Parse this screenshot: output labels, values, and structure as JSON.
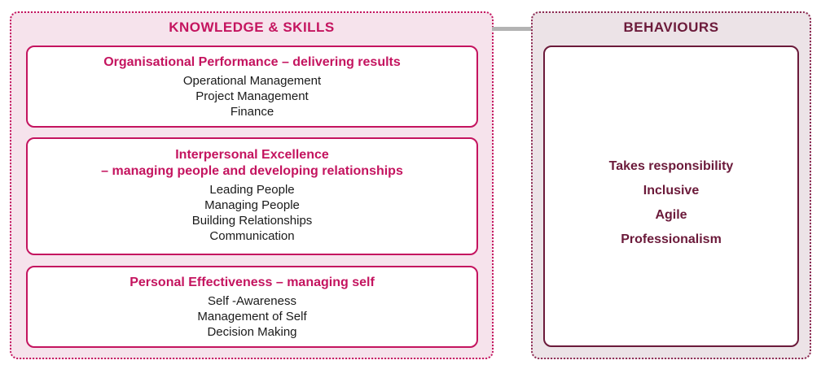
{
  "knowledge_skills": {
    "title": "KNOWLEDGE & SKILLS",
    "groups": [
      {
        "title_lines": [
          "Organisational Performance – delivering results"
        ],
        "items": [
          "Operational Management",
          "Project Management",
          "Finance"
        ]
      },
      {
        "title_lines": [
          "Interpersonal Excellence",
          "– managing people and developing relationships"
        ],
        "items": [
          "Leading People",
          "Managing People",
          "Building Relationships",
          "Communication"
        ]
      },
      {
        "title_lines": [
          "Personal Effectiveness – managing self"
        ],
        "items": [
          "Self -Awareness",
          "Management of Self",
          "Decision Making"
        ]
      }
    ]
  },
  "behaviours": {
    "title": "BEHAVIOURS",
    "items": [
      "Takes responsibility",
      "Inclusive",
      "Agile",
      "Professionalism"
    ]
  },
  "colors": {
    "accent": "#c4145f",
    "behaviours_text": "#6b1a3a",
    "ks_background": "#f6e3ec",
    "behaviours_background": "#ece3e7",
    "connector": "#b3b3b3"
  }
}
